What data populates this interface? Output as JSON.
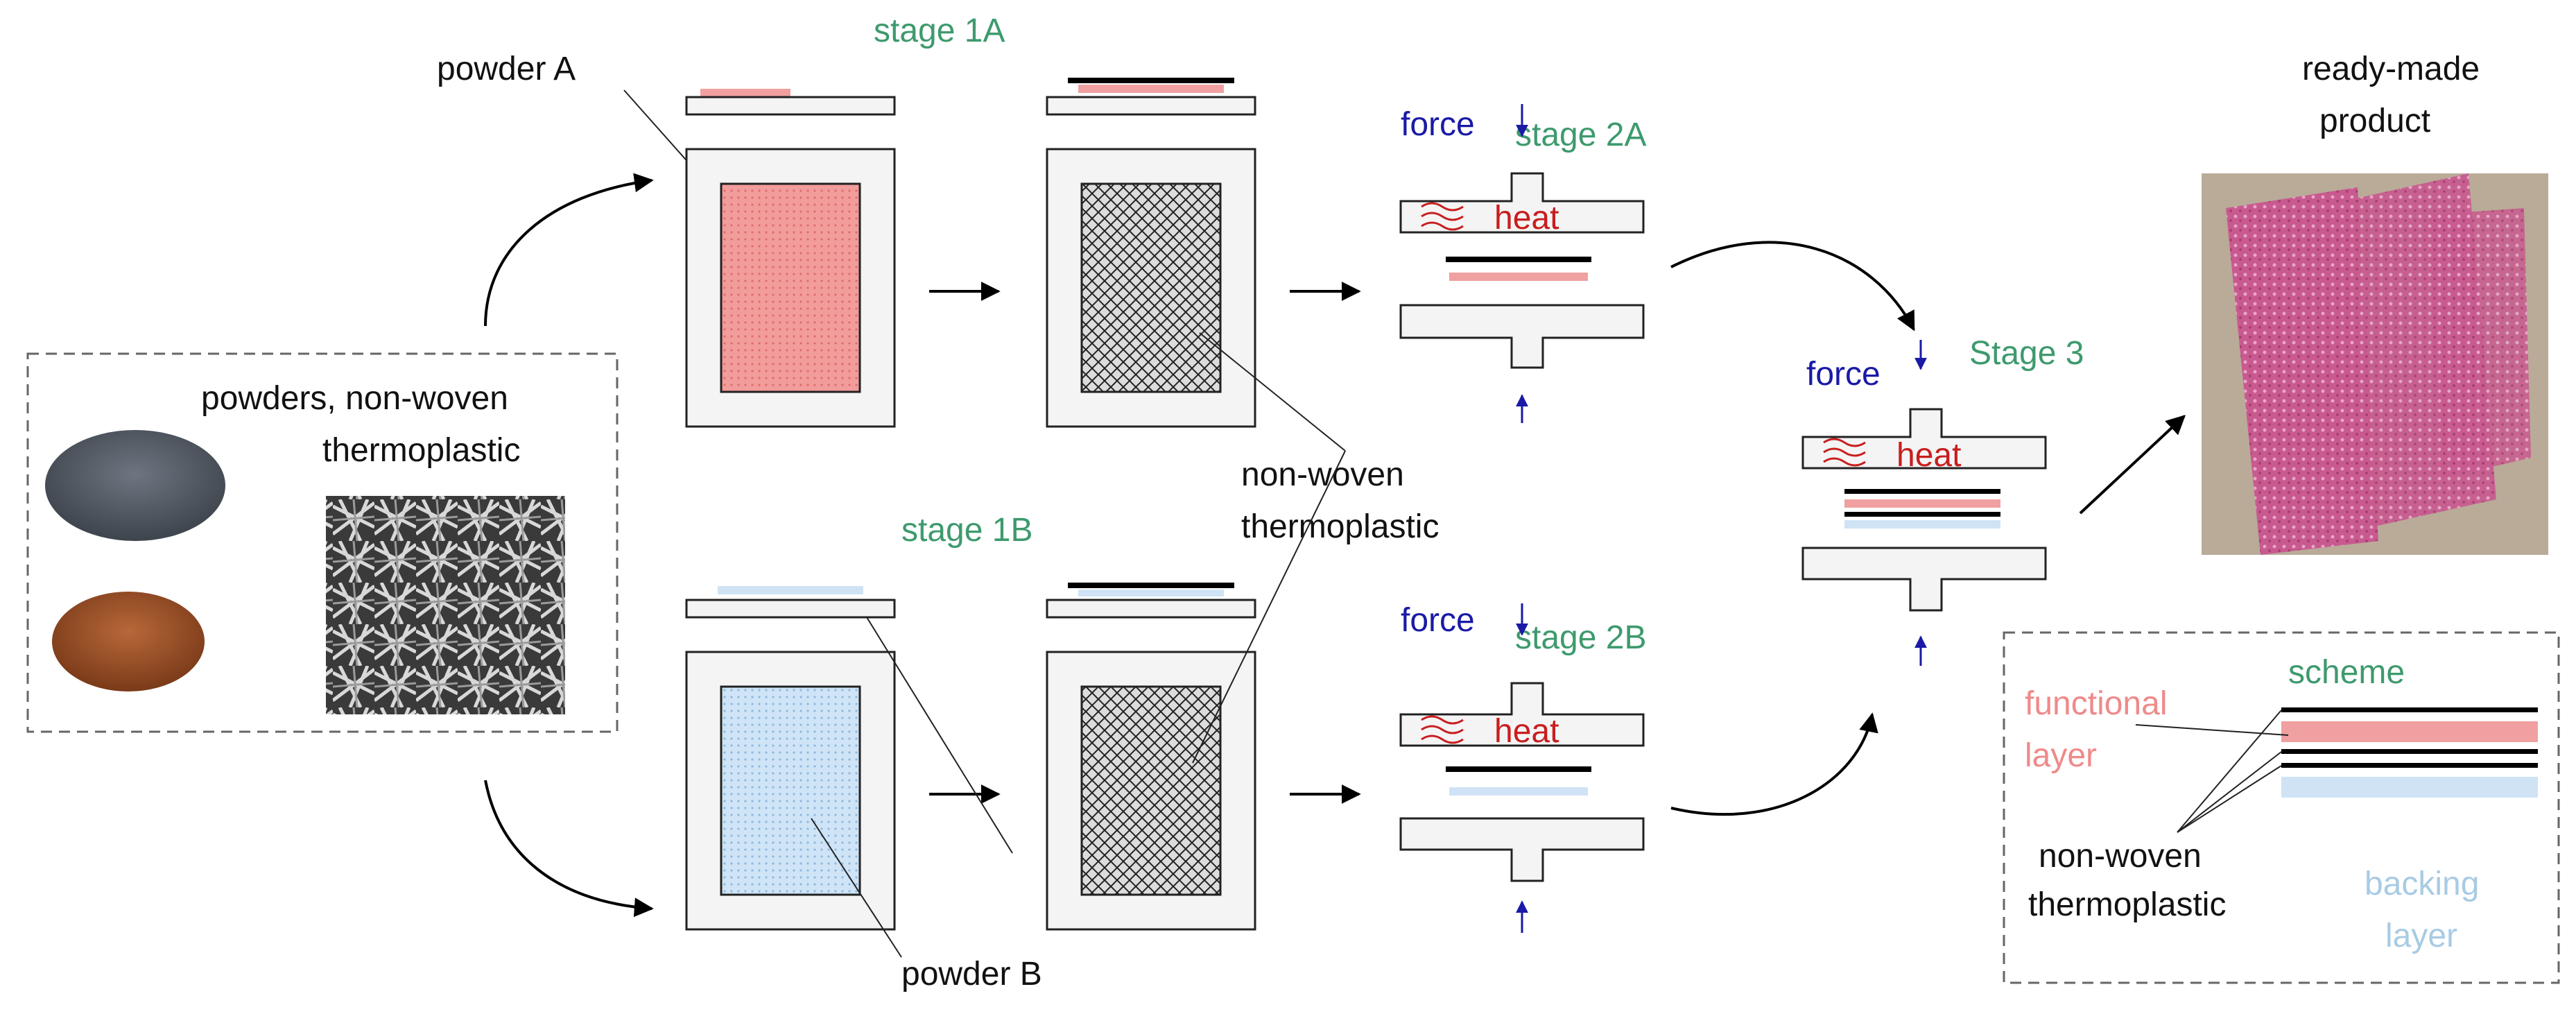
{
  "labels": {
    "stage1A": "stage 1A",
    "stage1B": "stage 1B",
    "stage2A": "stage 2A",
    "stage2B": "stage 2B",
    "stage3": "Stage 3",
    "powderA": "powder A",
    "powderB": "powder B",
    "nonwoven_line1": "non-woven",
    "nonwoven_line2": "thermoplastic",
    "powders_line1": "powders, non-woven",
    "powders_line2": "thermoplastic",
    "force": "force",
    "heat": "heat",
    "ready_line1": "ready-made",
    "ready_line2": "product",
    "scheme_title": "scheme",
    "functional_line1": "functional",
    "functional_line2": "layer",
    "scheme_nonwoven_line1": "non-woven",
    "scheme_nonwoven_line2": "thermoplastic",
    "backing_line1": "backing",
    "backing_line2": "layer"
  },
  "colors": {
    "stage_green": "#3e9a6e",
    "force_blue": "#1a1aa6",
    "heat_red": "#c81e1e",
    "functional_pink": "#f0a0a0",
    "backing_blue": "#cfe3f5",
    "layer_black": "#000000"
  },
  "icons": [
    "heat-wave-icon",
    "force-arrow-icon"
  ]
}
